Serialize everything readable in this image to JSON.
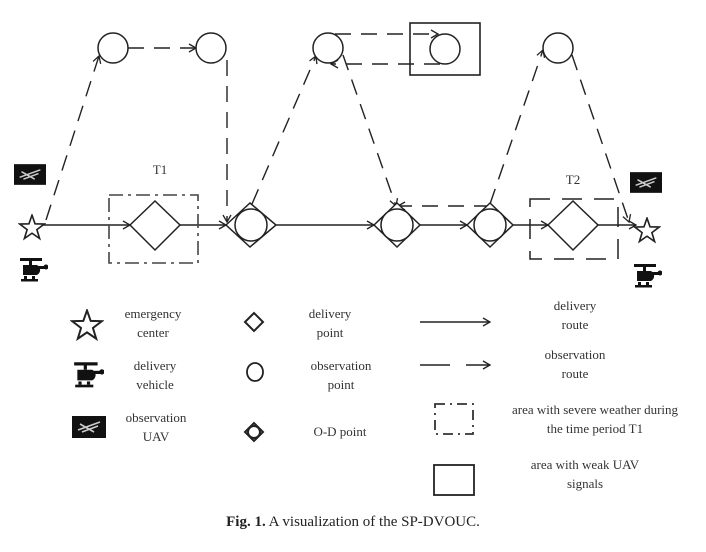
{
  "diagram": {
    "labels": {
      "t1": "T1",
      "t2": "T2"
    }
  },
  "legend": {
    "emergency_center": "emergency center",
    "delivery_vehicle": "delivery vehicle",
    "observation_uav": "observation UAV",
    "delivery_point": "delivery point",
    "observation_point": "observation point",
    "od_point": "O-D point",
    "delivery_route": "delivery route",
    "observation_route": "observation route",
    "severe_weather": "area with severe weather during the time period T1",
    "weak_signal": "area with weak UAV signals"
  },
  "caption": {
    "prefix": "Fig. 1.",
    "text": "A visualization of the SP-DVOUC."
  }
}
